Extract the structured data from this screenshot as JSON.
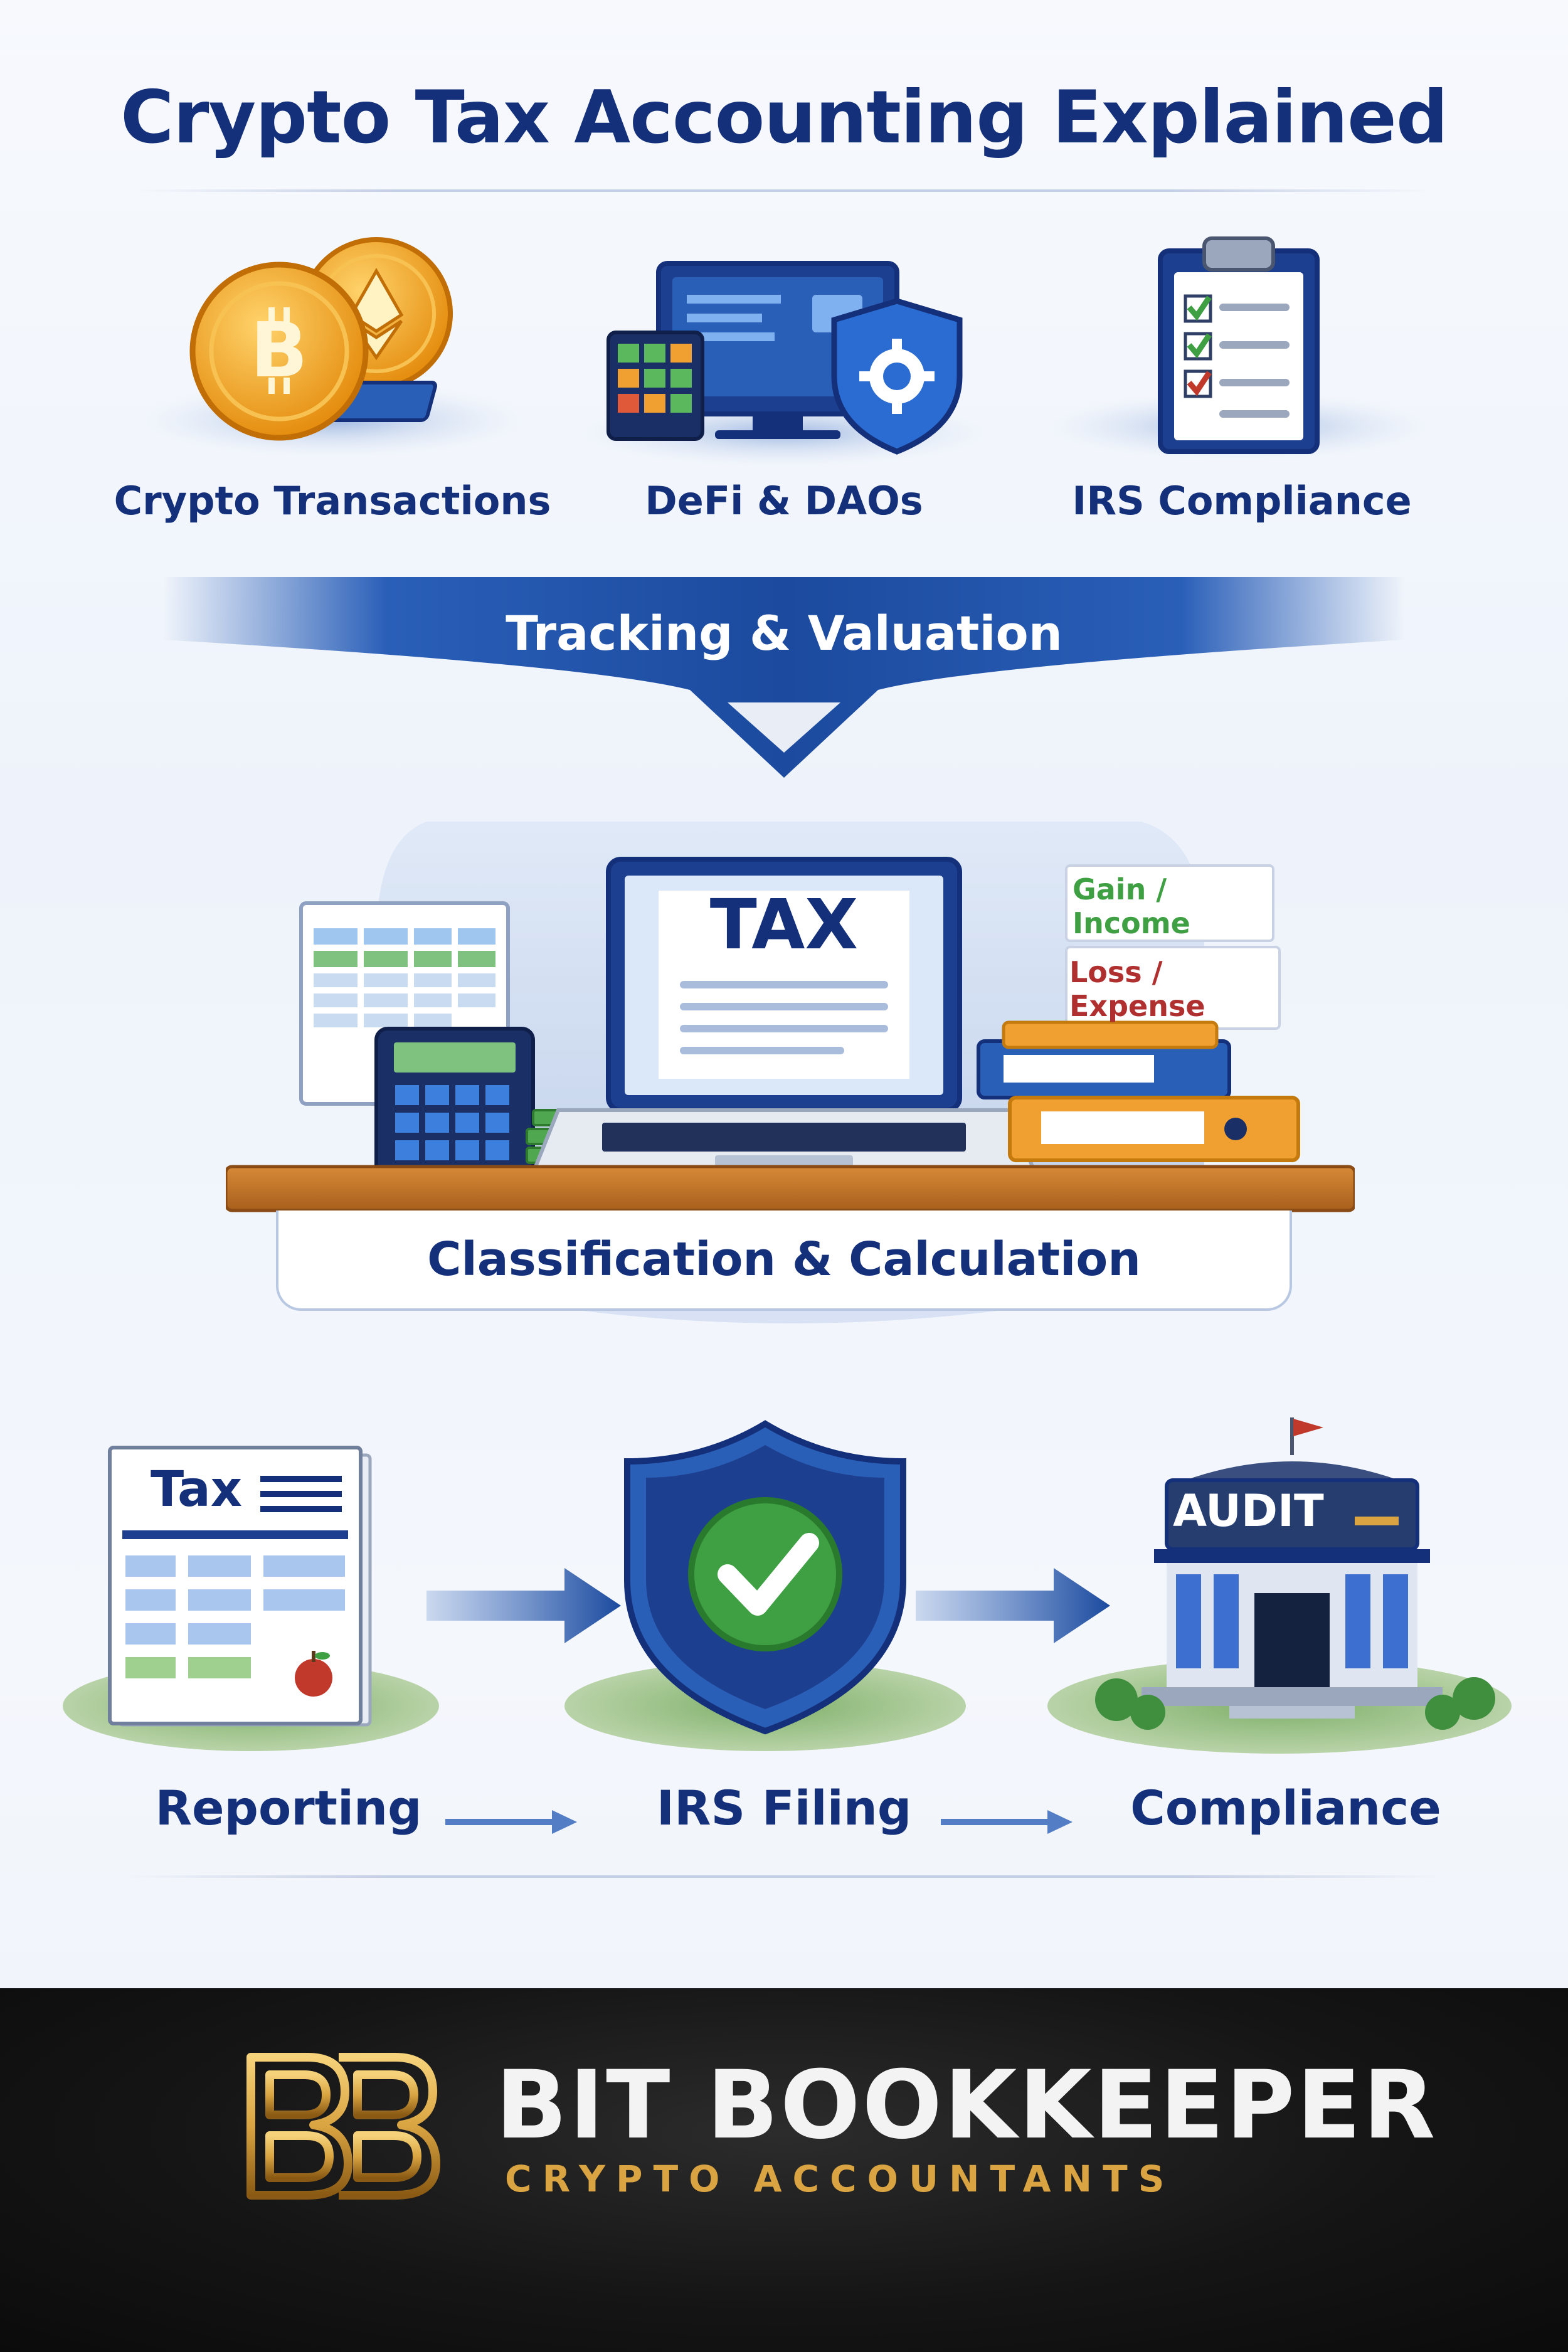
{
  "title": "Crypto Tax Accounting Explained",
  "top_items": [
    {
      "label": "Crypto Transactions",
      "icon": "crypto-coins-icon"
    },
    {
      "label": "DeFi & DAOs",
      "icon": "defi-shield-icon"
    },
    {
      "label": "IRS Compliance",
      "icon": "checklist-clipboard-icon"
    }
  ],
  "banner": {
    "label": "Tracking & Valuation"
  },
  "desk": {
    "laptop_text": "TAX",
    "gain_label": "Gain / Income",
    "loss_label": "Loss / Expense",
    "caption": "Classification & Calculation"
  },
  "flow": {
    "form_title": "Tax",
    "audit_text": "AUDIT",
    "steps": [
      {
        "label": "Reporting",
        "icon": "tax-form-icon"
      },
      {
        "label": "IRS Filing",
        "icon": "check-shield-icon"
      },
      {
        "label": "Compliance",
        "icon": "audit-building-icon"
      }
    ]
  },
  "brand": {
    "name": "BIT BOOKKEEPER",
    "tagline": "CRYPTO ACCOUNTANTS",
    "logo_icon": "bb-monogram-icon"
  },
  "colors": {
    "navy": "#14307a",
    "blue": "#2a5fb8",
    "gold": "#d9a441",
    "green": "#3fa043",
    "red": "#c0392b",
    "footer_bg": "#151515"
  }
}
